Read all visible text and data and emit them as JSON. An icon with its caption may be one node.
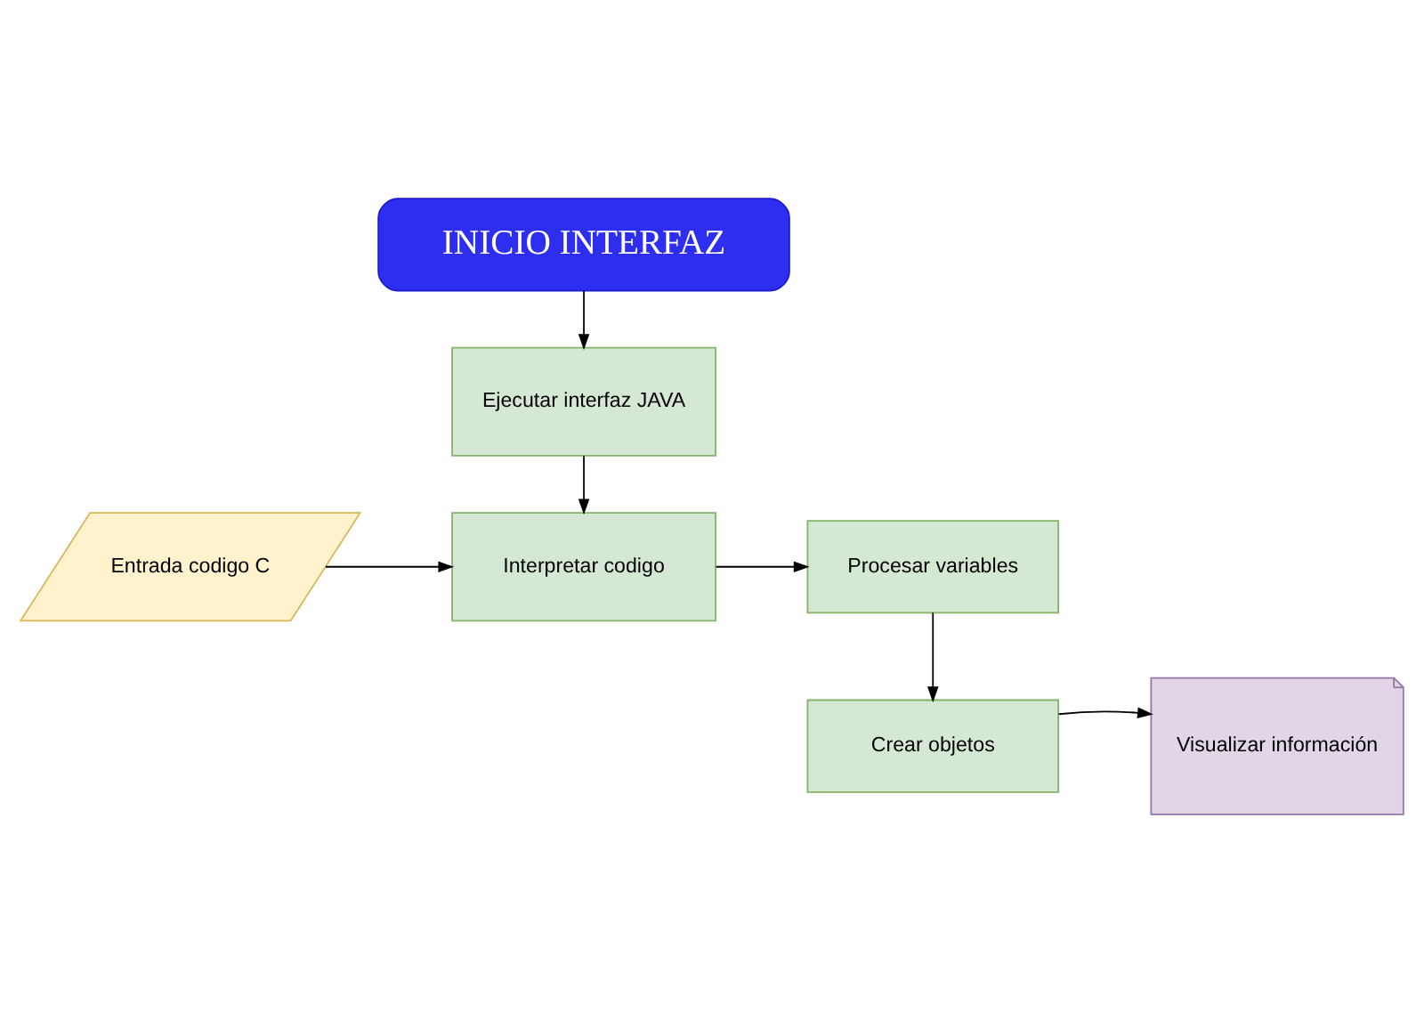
{
  "diagram": {
    "nodes": [
      {
        "text": [
          "INICIO INTERFAZ"
        ]
      },
      {
        "text": [
          "Ejecutar interfaz JAVA"
        ]
      },
      {
        "text": [
          "Entrada codigo C"
        ]
      },
      {
        "text": [
          "Interpretar codigo"
        ]
      },
      {
        "text": [
          "Procesar variables"
        ]
      },
      {
        "text": [
          "Crear objetos"
        ]
      },
      {
        "text": [
          "Visualizar información"
        ]
      }
    ],
    "edges": [
      {
        "from": 0,
        "to": 1,
        "arrow": "to"
      },
      {
        "from": 1,
        "to": 3,
        "arrow": "to"
      },
      {
        "from": 2,
        "to": 3,
        "arrow": "to"
      },
      {
        "from": 3,
        "to": 4,
        "arrow": "to"
      },
      {
        "from": 4,
        "to": 5,
        "arrow": "to"
      },
      {
        "from": 5,
        "to": 6,
        "arrow": "to"
      }
    ]
  }
}
